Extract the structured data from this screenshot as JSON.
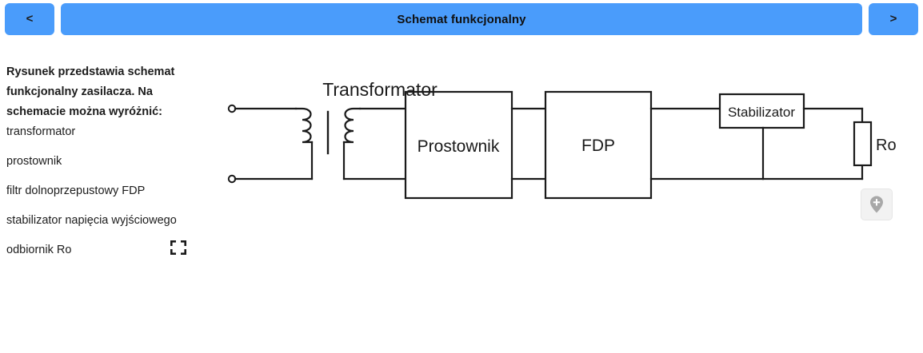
{
  "header": {
    "prev_label": "<",
    "next_label": ">",
    "title": "Schemat funkcjonalny",
    "accent_color": "#4a9cfb"
  },
  "description": {
    "intro_bold": "Rysunek przedstawia schemat funkcjonalny zasilacza. Na schemacie można wyróżnić:",
    "intro_tail": "transformator",
    "items": [
      "prostownik",
      "filtr dolnoprzepustowy FDP",
      "stabilizator napięcia wyjściowego",
      "odbiornik Ro"
    ]
  },
  "diagram": {
    "transformer_label": "Transformator",
    "blocks": [
      {
        "label": "Prostownik"
      },
      {
        "label": "FDP"
      },
      {
        "label": "Stabilizator"
      }
    ],
    "load_label": "Ro",
    "stroke_color": "#1a1a1a"
  },
  "icons": {
    "fullscreen": "fullscreen-icon",
    "pin_add": "map-pin-plus-icon"
  }
}
